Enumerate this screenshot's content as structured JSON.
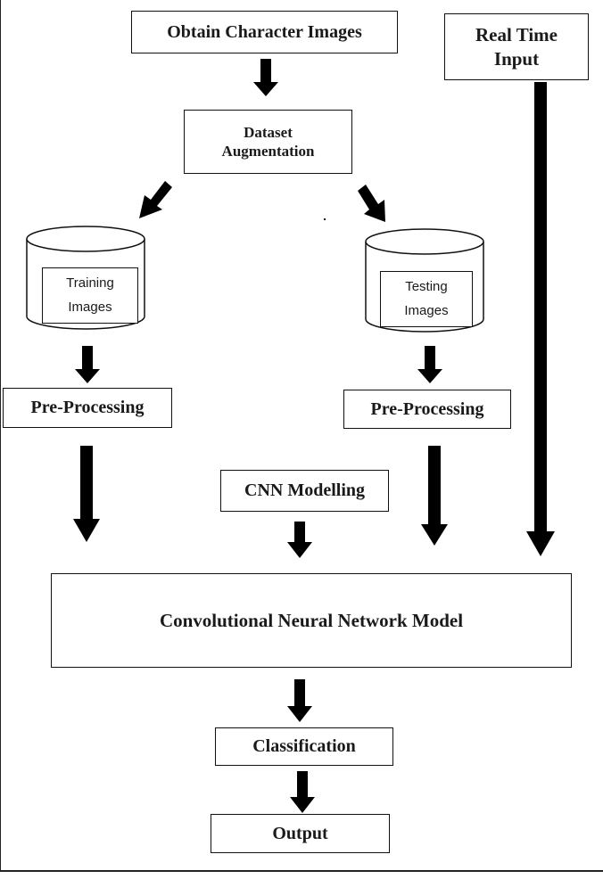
{
  "nodes": {
    "obtain": "Obtain Character Images",
    "realtime": "Real Time\nInput",
    "augmentation": "Dataset\nAugmentation",
    "training": "Training\nImages",
    "testing": "Testing\nImages",
    "preprocess_left": "Pre-Processing",
    "preprocess_right": "Pre-Processing",
    "cnn_modelling": "CNN Modelling",
    "cnn_model": "Convolutional Neural Network Model",
    "classification": "Classification",
    "output": "Output"
  },
  "colors": {
    "line": "#111111",
    "arrow": "#000000",
    "background": "#ffffff"
  }
}
